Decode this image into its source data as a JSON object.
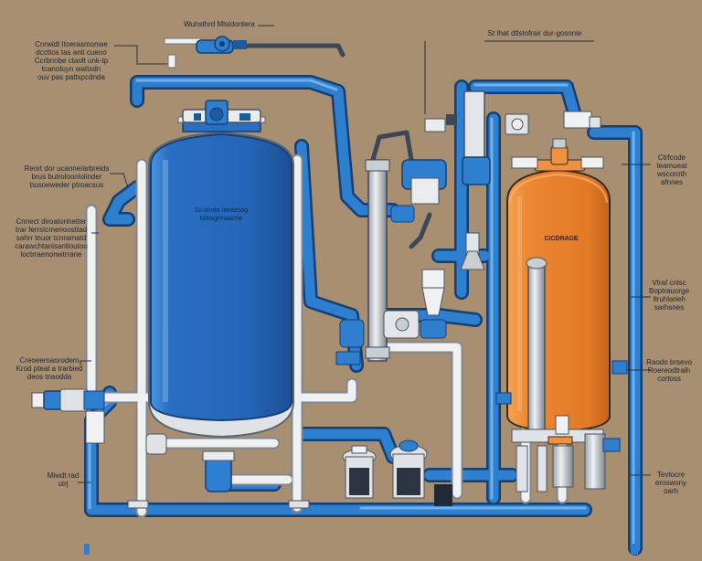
{
  "labels": {
    "top_center": "Wuhsthrd Mlsidontera",
    "top_right": "St Ihat dtlstofrair dur-gosnnie",
    "left_1": [
      "Cnrwidt Itoerasmonwe",
      "dccttos tas anti cueoo",
      "Ccrbnnbe ctaolt unk-tp",
      "tcanotuyn wattxdn",
      "ouv pas pattxpcdnda"
    ],
    "left_2": [
      "Reort dor ucanne/arbreids",
      "brus butroloonlolinder",
      "busoeweder ptroacsus"
    ],
    "left_3": [
      "Cnnect diroatonhetter",
      "trar ferrstcmenoosttad",
      "sahrr tnuor tcnramatd",
      "carawchtanisantloutoo",
      "loctrraenonwtrrane"
    ],
    "left_4": [
      "Creoeeroaorodem",
      "Krod pteat a trarbied",
      "deos tnaodda"
    ],
    "left_5": [
      "Miwdt rad",
      "utrj"
    ],
    "right_1": [
      "Ctrfcode",
      "teamueat",
      "wscoroth",
      "afnnes"
    ],
    "right_2": [
      "Vtraf cnlsc",
      "Boptrauorge",
      "Itruhlaneh",
      "sarhsnes"
    ],
    "right_3": [
      "Raodo brsevo",
      "Roereodtralh",
      "cortoss"
    ],
    "right_4": [
      "Tevtocre",
      "eroswony",
      "oarh"
    ],
    "tank_blue": [
      "Ss tenda Itentesog",
      "bthtsgrmaacne"
    ],
    "tank_orange": "CICDRAGE"
  },
  "colors": {
    "background": "#a88f72",
    "pipe_blue": "#2f7fd0",
    "tank_blue": "#2a6fc2",
    "tank_orange": "#e8822e",
    "pipe_white": "#eef0f2",
    "pipe_gray": "#3d4854"
  },
  "icons": [
    "valve-icon",
    "pump-icon",
    "gauge-icon",
    "filter-housing-icon",
    "flow-meter-icon"
  ]
}
